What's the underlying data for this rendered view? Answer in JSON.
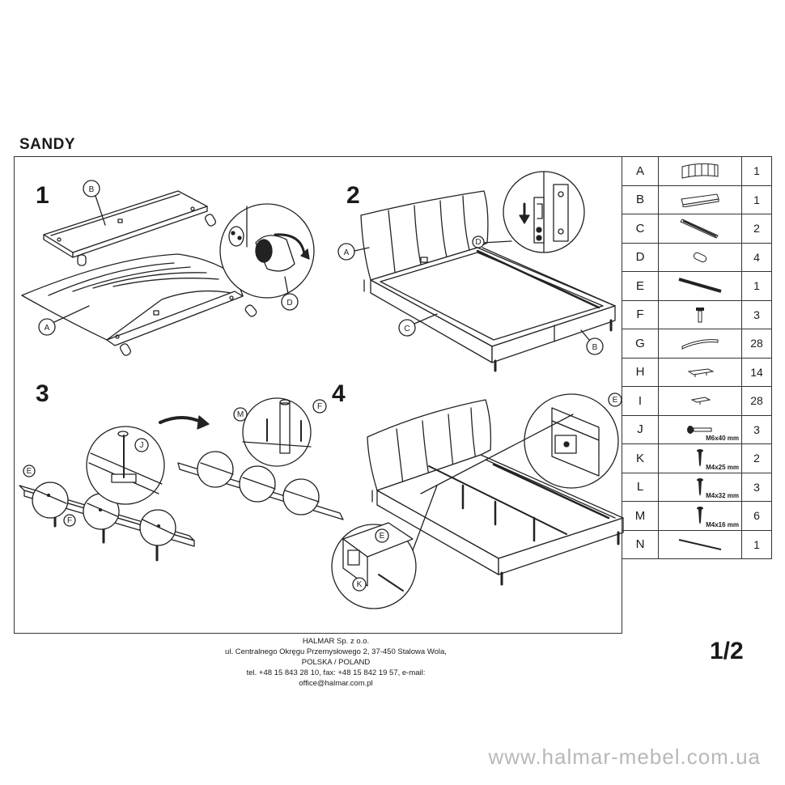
{
  "title": "SANDY",
  "steps": [
    "1",
    "2",
    "3",
    "4"
  ],
  "callouts": {
    "s1": [
      "B",
      "A",
      "D"
    ],
    "s2": [
      "A",
      "D",
      "C",
      "B"
    ],
    "s3": [
      "E",
      "J",
      "F"
    ],
    "s4": [
      "M",
      "F",
      "E",
      "E",
      "K"
    ]
  },
  "parts": [
    {
      "letter": "A",
      "qty": "1",
      "icon": "headboard-icon",
      "size": ""
    },
    {
      "letter": "B",
      "qty": "1",
      "icon": "footboard-panel-icon",
      "size": ""
    },
    {
      "letter": "C",
      "qty": "2",
      "icon": "side-rail-icon",
      "size": ""
    },
    {
      "letter": "D",
      "qty": "4",
      "icon": "leg-icon",
      "size": ""
    },
    {
      "letter": "E",
      "qty": "1",
      "icon": "center-beam-icon",
      "size": ""
    },
    {
      "letter": "F",
      "qty": "3",
      "icon": "support-foot-icon",
      "size": ""
    },
    {
      "letter": "G",
      "qty": "28",
      "icon": "slat-icon",
      "size": ""
    },
    {
      "letter": "H",
      "qty": "14",
      "icon": "slat-holder-double-icon",
      "size": ""
    },
    {
      "letter": "I",
      "qty": "28",
      "icon": "slat-holder-single-icon",
      "size": ""
    },
    {
      "letter": "J",
      "qty": "3",
      "icon": "bolt-icon",
      "size": "M6x40 mm"
    },
    {
      "letter": "K",
      "qty": "2",
      "icon": "screw-icon",
      "size": "M4x25 mm"
    },
    {
      "letter": "L",
      "qty": "3",
      "icon": "screw-icon",
      "size": "M4x32 mm"
    },
    {
      "letter": "M",
      "qty": "6",
      "icon": "screw-icon",
      "size": "M4x16 mm"
    },
    {
      "letter": "N",
      "qty": "1",
      "icon": "rod-icon",
      "size": ""
    }
  ],
  "footer": {
    "company": "HALMAR Sp. z o.o.",
    "address": "ul. Centralnego Okręgu Przemysłowego 2, 37-450 Stalowa Wola, POLSKA / POLAND",
    "contact": "tel. +48 15 843 28 10, fax: +48 15 842 19 57, e-mail: office@halmar.com.pl"
  },
  "page_number": "1/2",
  "watermark": "www.halmar-mebel.com.ua"
}
